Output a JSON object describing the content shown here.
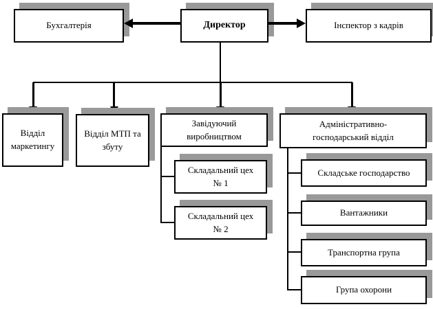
{
  "diagram": {
    "type": "org-chart",
    "language": "uk",
    "nodes": {
      "accounting": {
        "label": "Бухгалтерія"
      },
      "director": {
        "label": "Директор"
      },
      "hr_inspector": {
        "label": "Інспектор з кадрів"
      },
      "marketing": {
        "label": "Відділ\nмаркетингу"
      },
      "mtp_sales": {
        "label": "Відділ МТП та\nзбуту"
      },
      "production_manager": {
        "label": "Завідуючий\nвиробництвом"
      },
      "admin_household": {
        "label": "Адміністративно-\nгосподарський відділ"
      },
      "assembly_shop_1": {
        "label": "Складальний цех\n№ 1"
      },
      "assembly_shop_2": {
        "label": "Складальний цех\n№ 2"
      },
      "warehouse": {
        "label": "Складське господарство"
      },
      "loaders": {
        "label": "Вантажники"
      },
      "transport_group": {
        "label": "Транспортна група"
      },
      "security_group": {
        "label": "Група охорони"
      }
    },
    "edges": [
      {
        "from": "director",
        "to": "accounting",
        "style": "thick-arrow"
      },
      {
        "from": "director",
        "to": "hr_inspector",
        "style": "thick-arrow"
      },
      {
        "from": "director",
        "to": "marketing",
        "style": "arrow"
      },
      {
        "from": "director",
        "to": "mtp_sales",
        "style": "arrow"
      },
      {
        "from": "director",
        "to": "production_manager",
        "style": "arrow"
      },
      {
        "from": "director",
        "to": "admin_household",
        "style": "arrow"
      },
      {
        "from": "production_manager",
        "to": "assembly_shop_1",
        "style": "line"
      },
      {
        "from": "production_manager",
        "to": "assembly_shop_2",
        "style": "line"
      },
      {
        "from": "admin_household",
        "to": "warehouse",
        "style": "line"
      },
      {
        "from": "admin_household",
        "to": "loaders",
        "style": "line"
      },
      {
        "from": "admin_household",
        "to": "transport_group",
        "style": "line"
      },
      {
        "from": "admin_household",
        "to": "security_group",
        "style": "line"
      }
    ],
    "colors": {
      "box_fill": "#ffffff",
      "box_border": "#000000",
      "shadow": "#999999",
      "connector": "#000000",
      "text": "#000000"
    }
  }
}
